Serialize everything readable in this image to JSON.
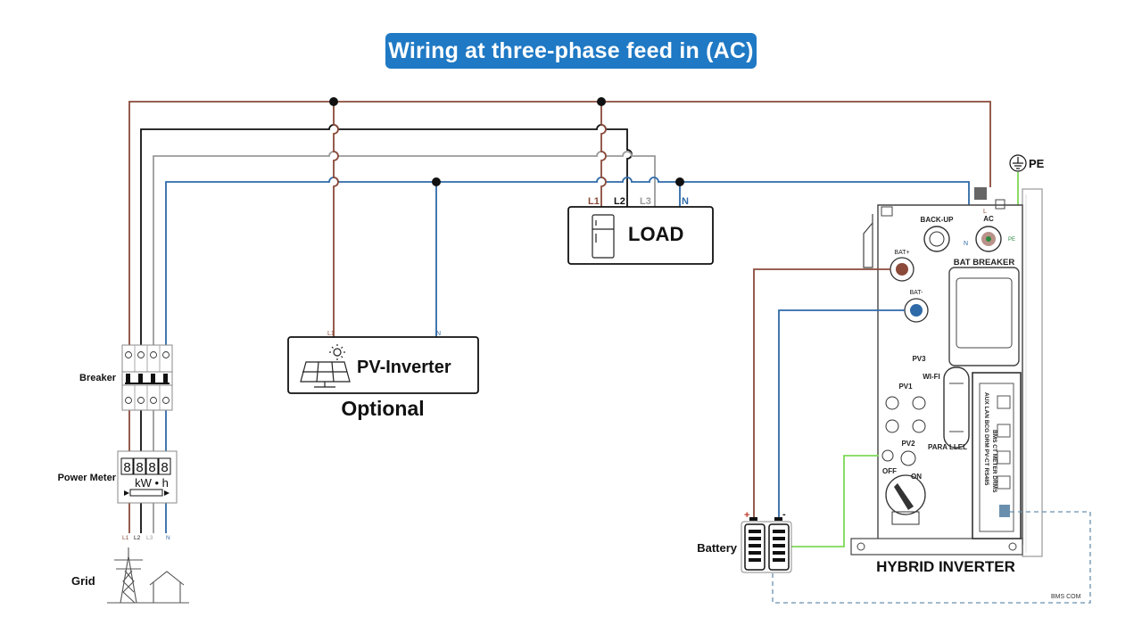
{
  "title": "Wiring at three-phase feed in (AC)",
  "colors": {
    "title_bg": "#1f79c4",
    "l1": "#8b4a3a",
    "l2": "#111111",
    "l3": "#9a9a9a",
    "n": "#2f6aa8",
    "pe": "#7ed957",
    "bms": "#6a8fae"
  },
  "load": {
    "label": "LOAD",
    "terminals": [
      "L1",
      "L2",
      "L3",
      "N"
    ],
    "icon": "fridge-icon"
  },
  "pv_inverter": {
    "label": "PV-Inverter",
    "optional": "Optional",
    "terminals": [
      "L1",
      "N"
    ],
    "icon": "solar-panel-icon"
  },
  "breaker": {
    "label": "Breaker"
  },
  "power_meter": {
    "label": "Power Meter",
    "digits": [
      "8",
      "8",
      "8",
      "8"
    ],
    "unit": "kW • h"
  },
  "grid": {
    "label": "Grid",
    "terminals": [
      "L1",
      "L2",
      "L3",
      "N"
    ],
    "icons": [
      "pylon-icon",
      "house-icon"
    ]
  },
  "battery": {
    "label": "Battery",
    "plus": "+",
    "minus": "-"
  },
  "pe": {
    "label": "PE",
    "icon": "ground-icon"
  },
  "hybrid_inverter": {
    "label": "HYBRID INVERTER",
    "ports": {
      "back_up": "BACK-UP",
      "ac": "AC",
      "ac_l": "L",
      "ac_n": "N",
      "ac_pe": "PE",
      "bat_breaker": "BAT BREAKER",
      "bat_plus": "BAT+",
      "bat_minus": "BAT-",
      "pv3": "PV3",
      "wifi": "WI-FI",
      "pv1": "PV1",
      "pv2": "PV2",
      "para_llel": "PARA  LLEL",
      "off": "OFF",
      "on": "ON",
      "aux": "AUX  LAN  BCG  DRM  PV-CT  RS485",
      "aux2": "BMS CT METER  DRMS"
    }
  },
  "bms_com": "BMS COM"
}
